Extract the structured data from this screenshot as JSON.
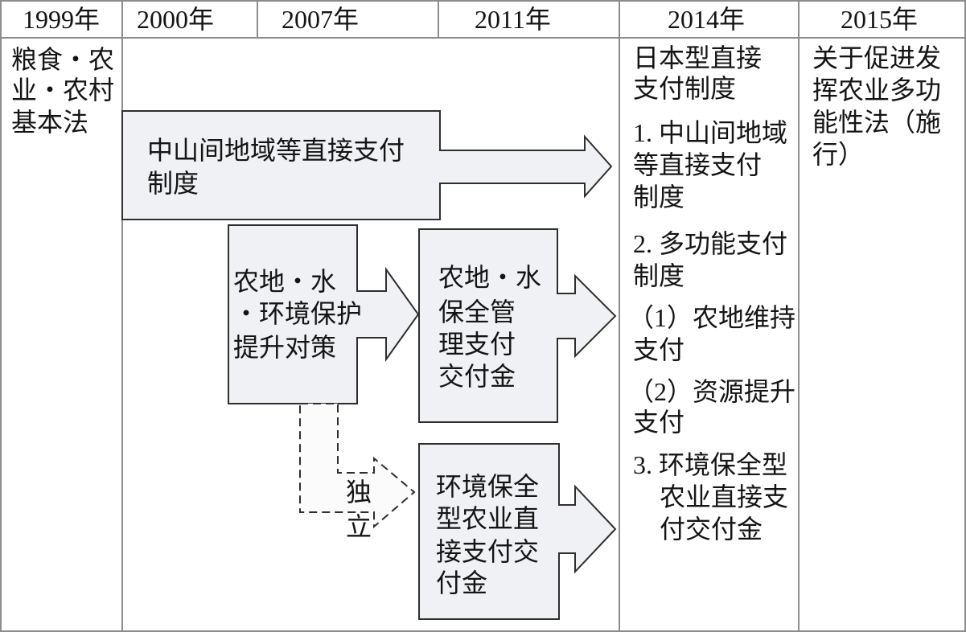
{
  "header": {
    "years": [
      "1999年",
      "2000年",
      "2007年",
      "2011年",
      "2014年",
      "2015年"
    ]
  },
  "col_1999": {
    "lines": [
      "粮食・农",
      "业・农村",
      "基本法"
    ]
  },
  "flow": {
    "mountain_area_payment": {
      "lines": [
        "中山间地域等直接支付",
        "制度"
      ]
    },
    "land_water_env_measures": {
      "lines": [
        "农地・水",
        "・环境保护",
        "提升对策"
      ]
    },
    "land_water_conservation_grant": {
      "lines": [
        "农地・水",
        "保全管",
        "理支付",
        "交付金"
      ]
    },
    "independent_label": {
      "lines": [
        "独",
        "立"
      ]
    },
    "env_conservation_agri_grant": {
      "lines": [
        "环境保全",
        "型农业直",
        "接支付交",
        "付金"
      ]
    }
  },
  "col_2014": {
    "title_lines": [
      "日本型直接",
      "支付制度"
    ],
    "items": [
      {
        "lines": [
          "1. 中山间地域",
          "等直接支付",
          "制度"
        ]
      },
      {
        "lines": [
          "2. 多功能支付",
          "制度"
        ]
      },
      {
        "lines": [
          "（1）农地维持",
          "支付"
        ]
      },
      {
        "lines": [
          "（2）资源提升",
          "支付"
        ]
      },
      {
        "lines": [
          "3. 环境保全型",
          "农业直接支",
          "付交付金"
        ]
      }
    ]
  },
  "col_2015": {
    "lines": [
      "关于促进发",
      "挥农业多功",
      "能性法（施",
      "行）"
    ]
  },
  "colors": {
    "text": "#141414",
    "grid_line": "#8c8c8c",
    "shape_stroke": "#2e2e2e",
    "shape_fill": "#eff1f4",
    "dashed_fill": "#fbfbfb"
  }
}
